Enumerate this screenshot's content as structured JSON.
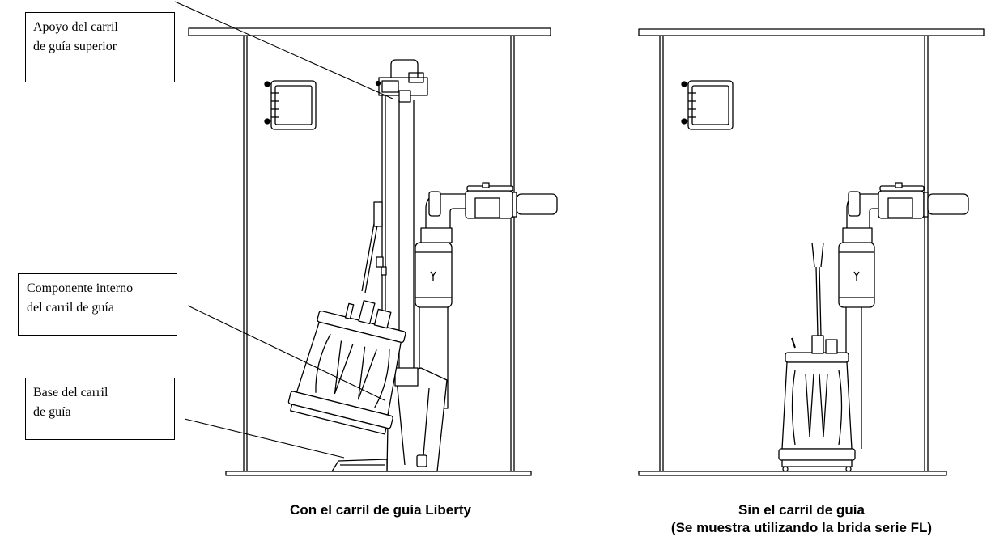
{
  "labels": {
    "upper_support": "Apoyo del carril\nde guía superior",
    "internal_component": "Componente interno\ndel carril de guía",
    "rail_base": "Base del carril\nde guía"
  },
  "captions": {
    "left": "Con el carril de guía Liberty",
    "right_line1": "Sin el carril de guía",
    "right_line2": "(Se muestra utilizando la brida serie FL)"
  }
}
